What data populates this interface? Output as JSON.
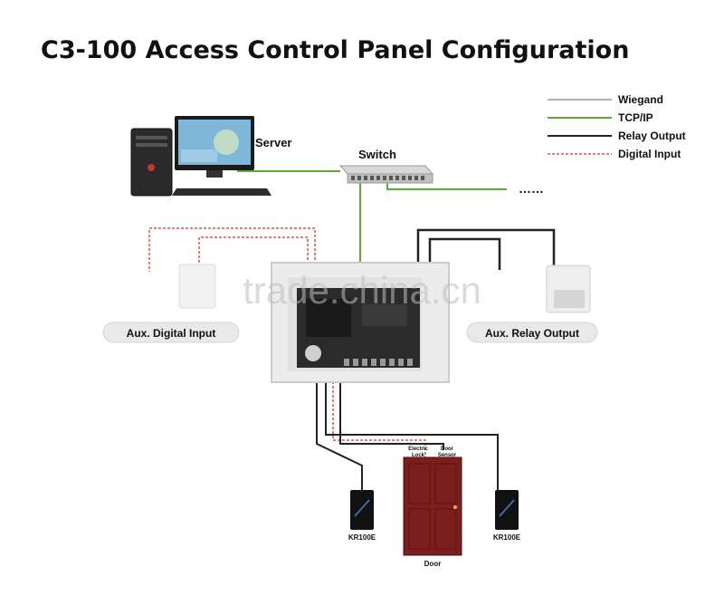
{
  "title": "C3-100 Access Control Panel Configuration",
  "legend": [
    {
      "label": "Wiegand",
      "color": "#999999",
      "style": "solid"
    },
    {
      "label": "TCP/IP",
      "color": "#5aaa3c",
      "style": "solid"
    },
    {
      "label": "Relay Output",
      "color": "#222222",
      "style": "solid"
    },
    {
      "label": "Digital Input",
      "color": "#d9534f",
      "style": "dashed"
    }
  ],
  "labels": {
    "server": "Server",
    "switch": "Switch",
    "ellipsis": "……",
    "aux_digital_input": "Aux. Digital Input",
    "aux_relay_output": "Aux. Relay Output",
    "electric_lock": [
      "Electric",
      "Lock"
    ],
    "door_sensor": [
      "Door",
      "Sensor"
    ],
    "reader_left": "KR100E",
    "reader_right": "KR100E",
    "door": "Door",
    "watermark": "trade.china.cn"
  }
}
